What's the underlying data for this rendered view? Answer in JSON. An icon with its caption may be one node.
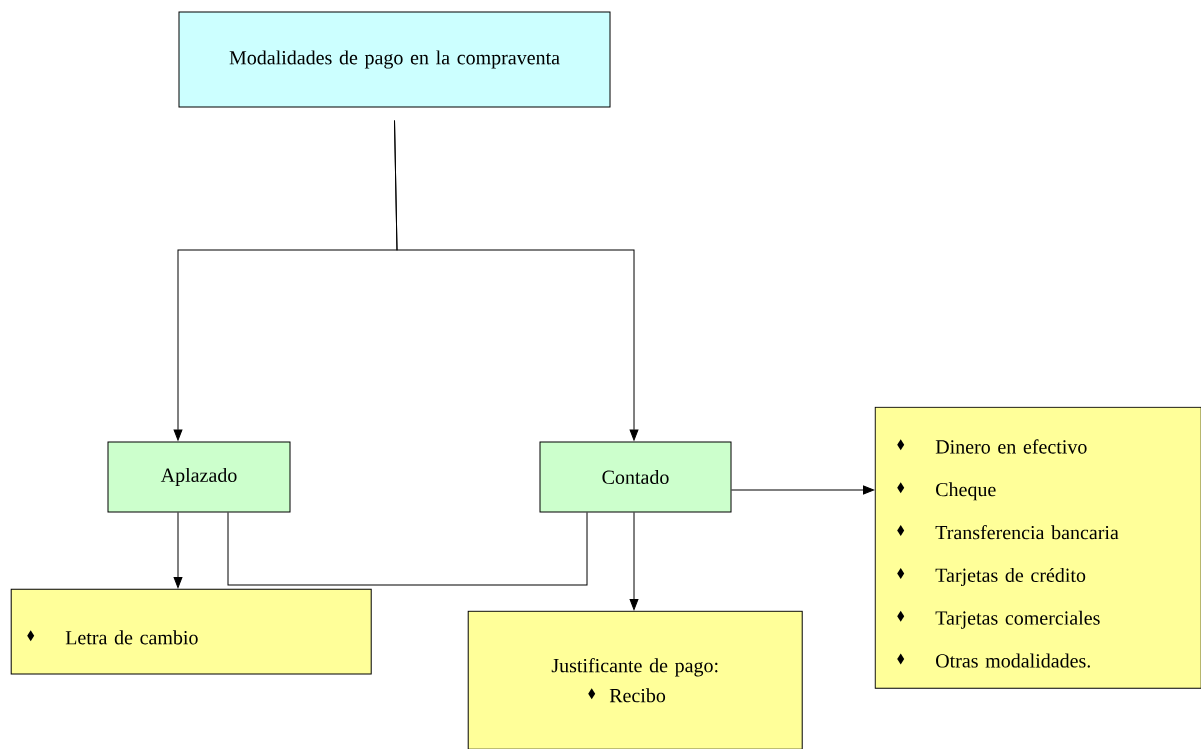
{
  "diagram": {
    "nodes": [
      {
        "text": [
          "Modalidades de pago en la compraventa"
        ]
      },
      {
        "text": [
          "Aplazado"
        ]
      },
      {
        "text": [
          "Contado"
        ]
      },
      {
        "text": [
          "Letra de cambio"
        ]
      },
      {
        "text": [
          "Justificante de pago:",
          "Recibo"
        ]
      },
      {
        "text": [
          "Dinero en efectivo",
          "Cheque",
          "Transferencia bancaria",
          "Tarjetas de crédito",
          "Tarjetas comerciales",
          "Otras modalidades."
        ]
      }
    ],
    "edges": [
      {
        "from": 0,
        "to": 1,
        "arrow": "to"
      },
      {
        "from": 0,
        "to": 2,
        "arrow": "to"
      },
      {
        "from": 1,
        "to": 3,
        "arrow": "to"
      },
      {
        "from": 2,
        "to": 4,
        "arrow": "to"
      },
      {
        "from": 2,
        "to": 5,
        "arrow": "to"
      },
      {
        "from": 1,
        "to": 2,
        "arrow": "none"
      }
    ]
  }
}
